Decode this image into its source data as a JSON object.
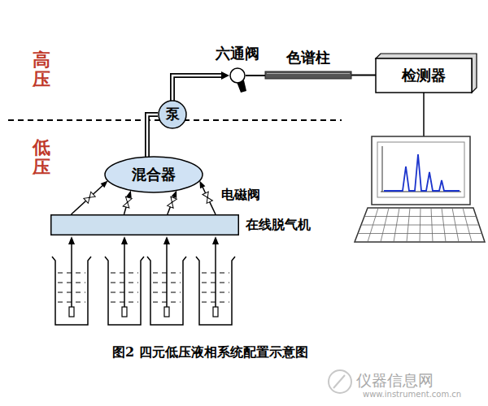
{
  "diagram": {
    "caption": "图2 四元低压液相系统配置示意图",
    "nodes": [
      {
        "text": [
          "六通阀"
        ]
      },
      {
        "text": [
          "色谱柱"
        ]
      },
      {
        "text": [
          "检测器"
        ]
      },
      {
        "text": [
          "泵"
        ]
      },
      {
        "text": [
          "混合器"
        ]
      },
      {
        "text": [
          "在线脱气机"
        ]
      }
    ],
    "edges": [
      {
        "from": 3,
        "to": 0,
        "arrow": "to"
      },
      {
        "from": 0,
        "to": 1,
        "arrow": "none"
      },
      {
        "from": 1,
        "to": 2,
        "arrow": "none"
      },
      {
        "from": 4,
        "to": 3,
        "arrow": "none"
      },
      {
        "from": 5,
        "to": 4,
        "arrow": "to"
      },
      {
        "from": 5,
        "to": 4,
        "arrow": "to"
      },
      {
        "from": 5,
        "to": 4,
        "arrow": "to"
      },
      {
        "from": 5,
        "to": 4,
        "arrow": "to"
      }
    ],
    "labels": [
      "高压",
      "低压",
      "电磁阀",
      "仪器信息网",
      "www.instrument.com.cn"
    ]
  }
}
